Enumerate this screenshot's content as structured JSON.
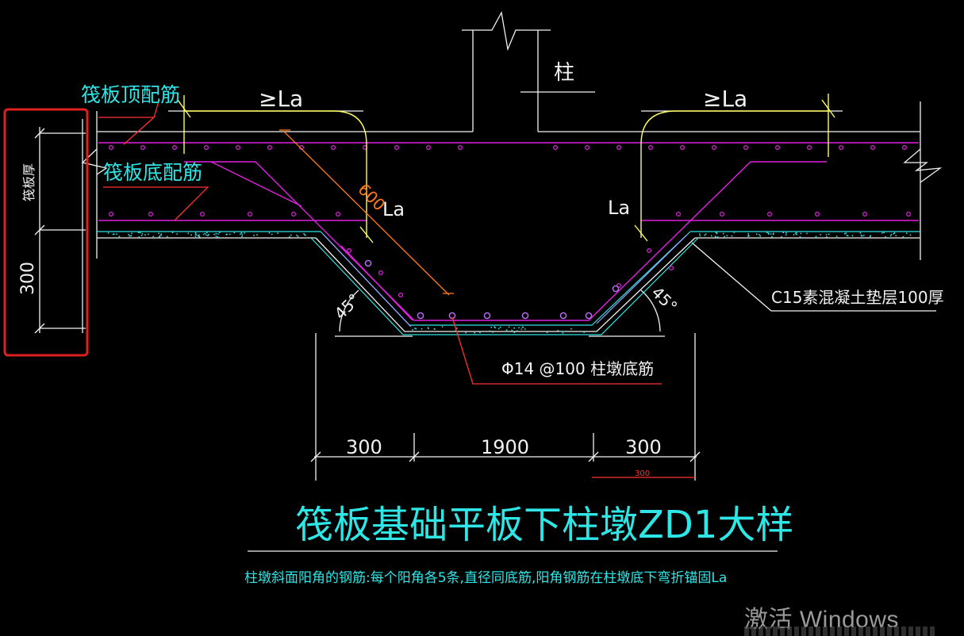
{
  "drawing": {
    "labels": {
      "top_rebar": "筏板顶配筋",
      "bottom_rebar": "筏板底配筋",
      "column": "柱",
      "anchor_left": "≥La",
      "anchor_right": "≥La",
      "la_center": "La",
      "la_right": "La",
      "diag_dim": "600",
      "slab_thickness": "筏板厚",
      "dim_300_vertical": "300",
      "angle_left": "45°",
      "angle_right": "45°",
      "cushion": "C15素混凝土垫层100厚",
      "pier_rebar": "Φ14 @100  柱墩底筋",
      "dim_left": "300",
      "dim_center": "1900",
      "dim_right": "300",
      "dim_small_red": "300"
    },
    "title": "筏板基础平板下柱墩ZD1大样",
    "note": "柱墩斜面阳角的钢筋:每个阳角各5条,直径同底筋,阳角钢筋在柱墩底下弯折锚固La"
  },
  "watermark": {
    "line1": "激活 Windows"
  },
  "colors": {
    "white": "#f2f2f2",
    "cyan": "#2ee6e6",
    "magenta": "#e020e0",
    "yellow": "#ffff60",
    "orange": "#ff7a1a",
    "red": "#ff3030",
    "highlight_box": "#e02020",
    "pier_light": "#a0a0ff"
  }
}
